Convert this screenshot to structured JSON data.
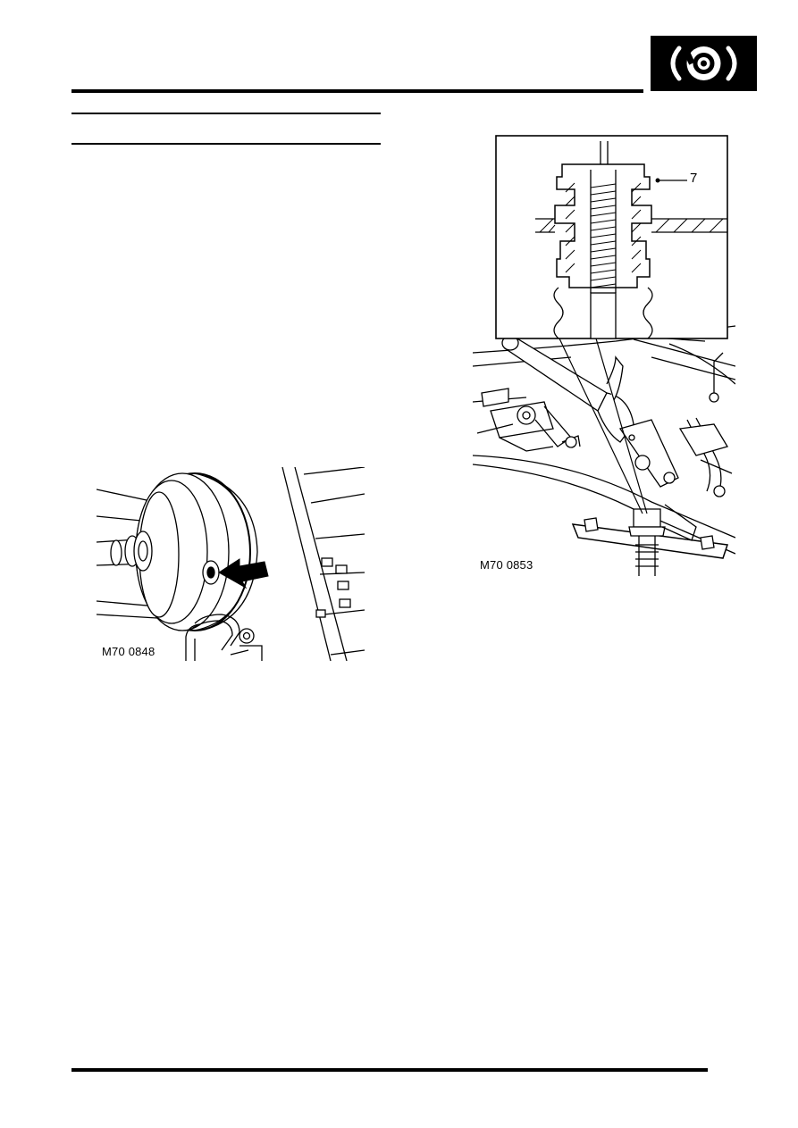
{
  "header": {
    "section_icon": "brake-disc-icon"
  },
  "figures": [
    {
      "caption": "M70 0848",
      "description_icon": "brake-drum-arrow-illustration"
    },
    {
      "caption": "M70 0853",
      "callout": "7",
      "description_icon": "handbrake-lever-illustration"
    }
  ],
  "colors": {
    "ink": "#000000",
    "paper": "#ffffff"
  }
}
